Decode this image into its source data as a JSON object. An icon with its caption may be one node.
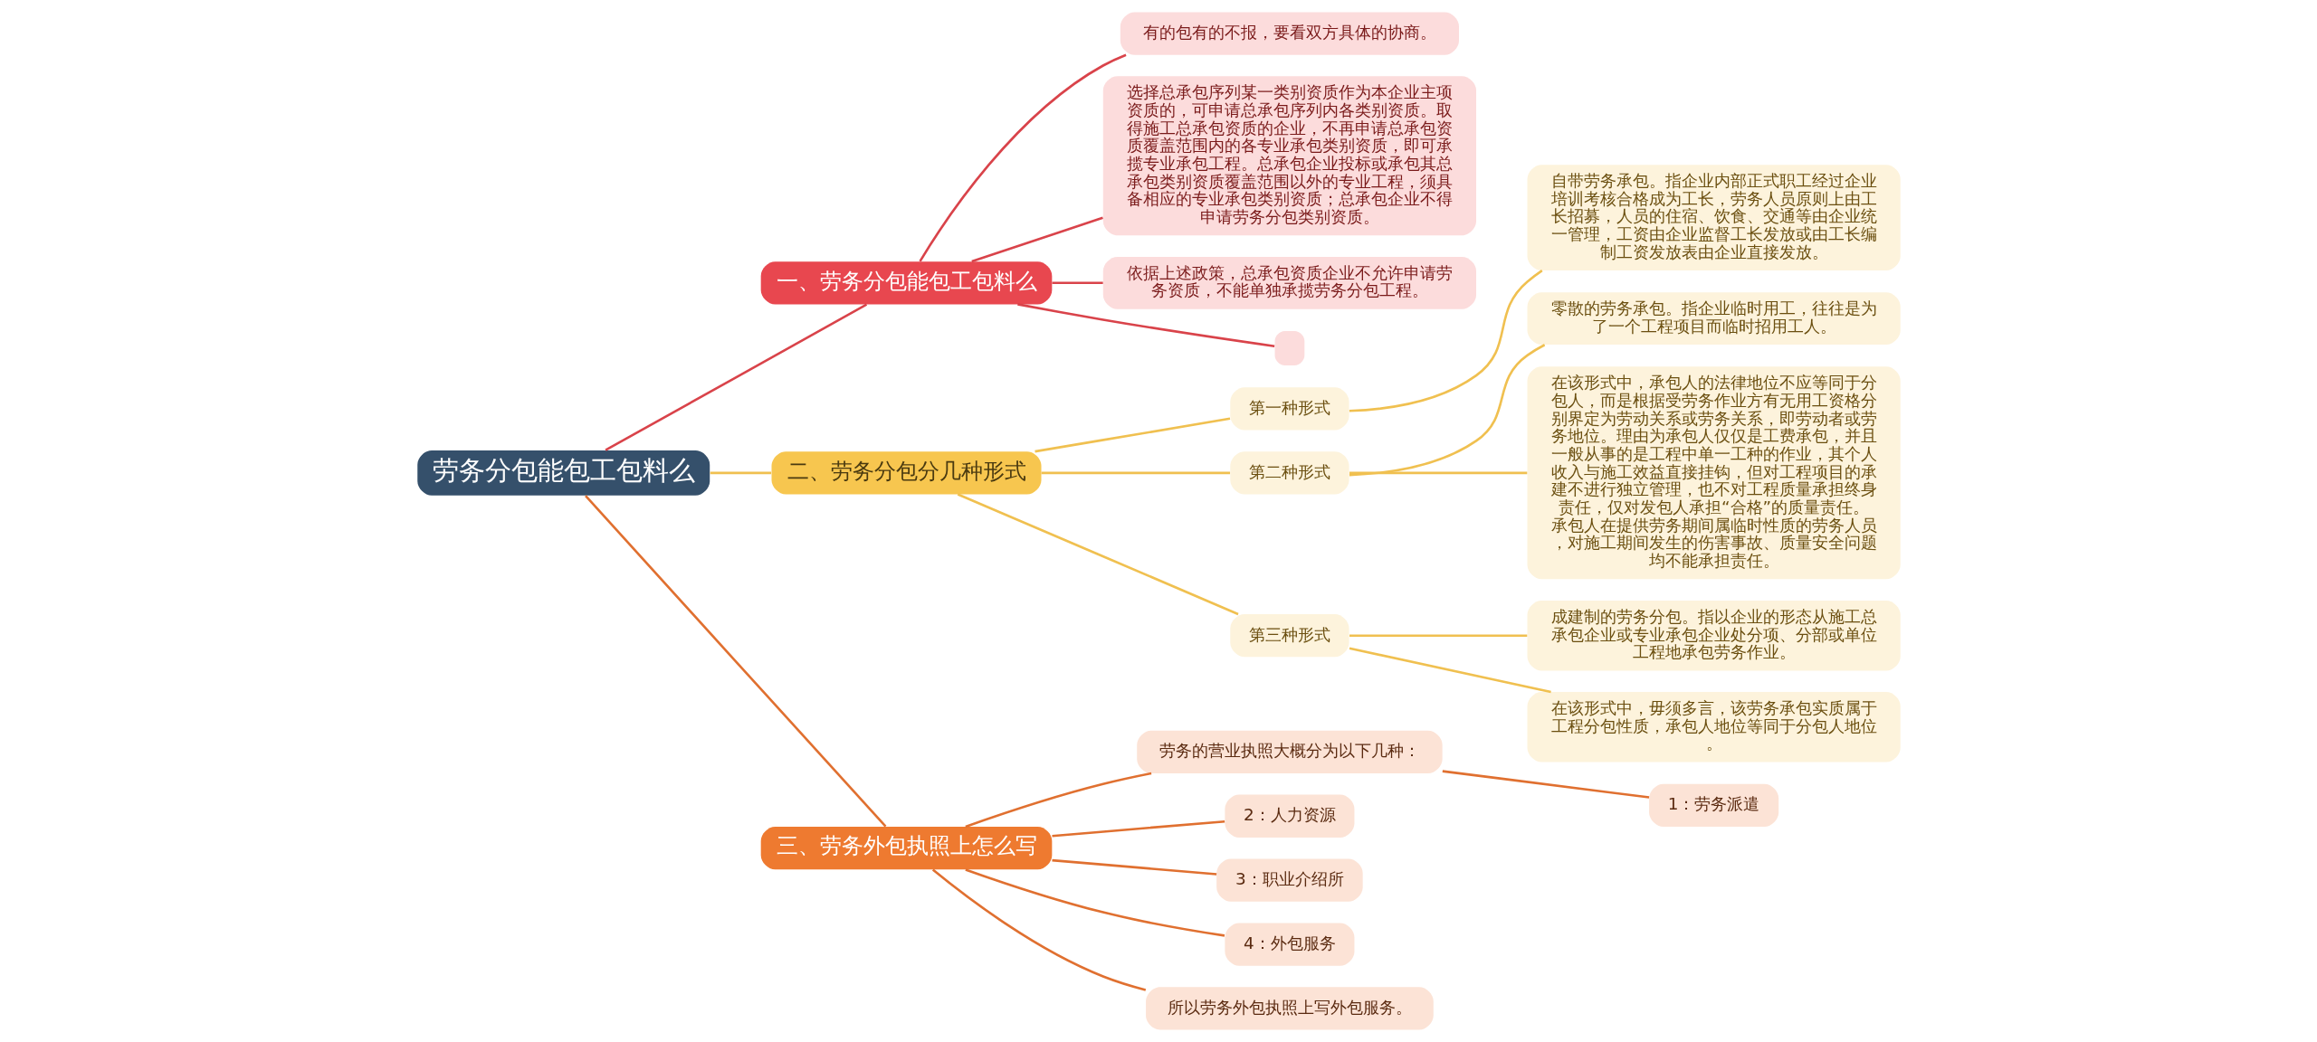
{
  "diagram": {
    "nodes": [
      {
        "text": [
          "劳务分包能包工包料么"
        ]
      },
      {
        "text": [
          "一、劳务分包能包工包料么"
        ]
      },
      {
        "text": [
          "有的包有的不报，要看双方具体的协商。"
        ]
      },
      {
        "text": [
          "选择总承包序列某一类别资质作为本企业主项资质的，可申请总承包序列内各类别资质。取得施工总承包资质的企业，不再申请总承包资质覆盖范围内的各专业承包类别资质，即可承揽专业承包工程。总承包企业投标或承包其总承包类别资质覆盖范围以外的专业工程，须具备相应的专业承包类别资质；总承包企业不得申请劳务分包类别资质。"
        ]
      },
      {
        "text": [
          "依据上述政策，总承包资质企业不允许申请劳务资质，不能单独承揽劳务分包工程。"
        ]
      },
      {
        "text": [],
        "shape": "box"
      },
      {
        "text": [
          "二、劳务分包分几种形式"
        ]
      },
      {
        "text": [
          "第一种形式"
        ]
      },
      {
        "text": [
          "自带劳务承包。指企业内部正式职工经过企业培训考核合格成为工长，劳务人员原则上由工长招募，人员的住宿、饮食、交通等由企业统一管理，工资由企业监督工长发放或由工长编制工资发放表由企业直接发放。"
        ]
      },
      {
        "text": [
          "第二种形式"
        ]
      },
      {
        "text": [
          "零散的劳务承包。指企业临时用工，往往是为了一个工程项目而临时招用工人。"
        ]
      },
      {
        "text": [
          "在该形式中，承包人的法律地位不应等同于分包人，而是根据受劳务作业方有无用工资格分别界定为劳动关系或劳务关系，即劳动者或劳务地位。理由为承包人仅仅是工费承包，并且一般从事的是工程中单一工种的作业，其个人收入与施工效益直接挂钩，但对工程项目的承建不进行独立管理，也不对工程质量承担终身责任，仅对发包人承担“合格”的质量责任。承包人在提供劳务期间属临时性质的劳务人员，对施工期间发生的伤害事故、质量安全问题均不能承担责任。"
        ]
      },
      {
        "text": [
          "第三种形式"
        ]
      },
      {
        "text": [
          "成建制的劳务分包。指以企业的形态从施工总承包企业或专业承包企业处分项、分部或单位工程地承包劳务作业。"
        ]
      },
      {
        "text": [
          "在该形式中，毋须多言，该劳务承包实质属于工程分包性质，承包人地位等同于分包人地位。"
        ]
      },
      {
        "text": [
          "三、劳务外包执照上怎么写"
        ]
      },
      {
        "text": [
          "劳务的营业执照大概分为以下几种："
        ]
      },
      {
        "text": [
          "1：劳务派遣"
        ]
      },
      {
        "text": [
          "2：人力资源"
        ]
      },
      {
        "text": [
          "3：职业介绍所"
        ]
      },
      {
        "text": [
          "4：外包服务"
        ]
      },
      {
        "text": [
          "所以劳务外包执照上写外包服务。"
        ]
      }
    ],
    "edges": [
      {
        "from": 0,
        "to": 1,
        "arrow": "none",
        "color": "#d9434a"
      },
      {
        "from": 1,
        "to": 2,
        "arrow": "none",
        "color": "#d9434a"
      },
      {
        "from": 1,
        "to": 3,
        "arrow": "none",
        "color": "#d9434a"
      },
      {
        "from": 1,
        "to": 4,
        "arrow": "none",
        "color": "#d9434a"
      },
      {
        "from": 1,
        "to": 5,
        "arrow": "none",
        "color": "#d9434a"
      },
      {
        "from": 0,
        "to": 6,
        "arrow": "none"
      },
      {
        "from": 6,
        "to": 7,
        "arrow": "none"
      },
      {
        "from": 7,
        "to": 8,
        "arrow": "none"
      },
      {
        "from": 6,
        "to": 9,
        "arrow": "none"
      },
      {
        "from": 9,
        "to": 10,
        "arrow": "none"
      },
      {
        "from": 9,
        "to": 11,
        "arrow": "none"
      },
      {
        "from": 6,
        "to": 12,
        "arrow": "none"
      },
      {
        "from": 12,
        "to": 13,
        "arrow": "none"
      },
      {
        "from": 12,
        "to": 14,
        "arrow": "none"
      },
      {
        "from": 0,
        "to": 15,
        "arrow": "none",
        "color": "#e07030"
      },
      {
        "from": 15,
        "to": 16,
        "arrow": "none",
        "color": "#e07030"
      },
      {
        "from": 16,
        "to": 17,
        "arrow": "none",
        "color": "#e07030"
      },
      {
        "from": 15,
        "to": 18,
        "arrow": "none",
        "color": "#e07030"
      },
      {
        "from": 15,
        "to": 19,
        "arrow": "none",
        "color": "#e07030"
      },
      {
        "from": 15,
        "to": 20,
        "arrow": "none",
        "color": "#e07030"
      },
      {
        "from": 15,
        "to": 21,
        "arrow": "none",
        "color": "#e07030"
      }
    ]
  }
}
